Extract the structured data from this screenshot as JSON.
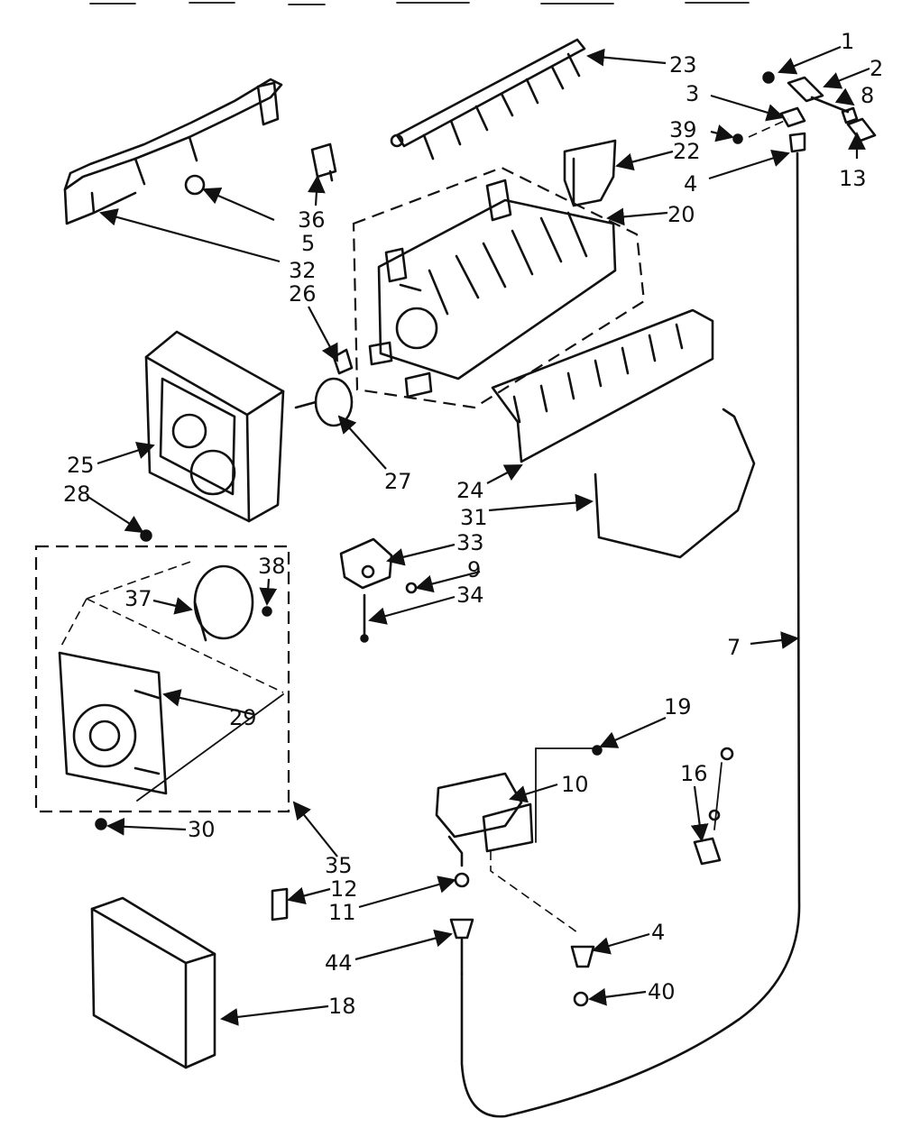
{
  "diagram": {
    "callouts": {
      "c1": "1",
      "c2": "2",
      "c3": "3",
      "c4a": "4",
      "c4b": "4",
      "c5": "5",
      "c7": "7",
      "c8": "8",
      "c9": "9",
      "c10": "10",
      "c11": "11",
      "c12": "12",
      "c13": "13",
      "c16": "16",
      "c18": "18",
      "c19": "19",
      "c20": "20",
      "c22": "22",
      "c23": "23",
      "c24": "24",
      "c25": "25",
      "c26": "26",
      "c27": "27",
      "c28": "28",
      "c29": "29",
      "c30": "30",
      "c31": "31",
      "c32": "32",
      "c33": "33",
      "c34": "34",
      "c35": "35",
      "c36": "36",
      "c37": "37",
      "c38": "38",
      "c39": "39",
      "c40": "40",
      "c44": "44"
    }
  }
}
